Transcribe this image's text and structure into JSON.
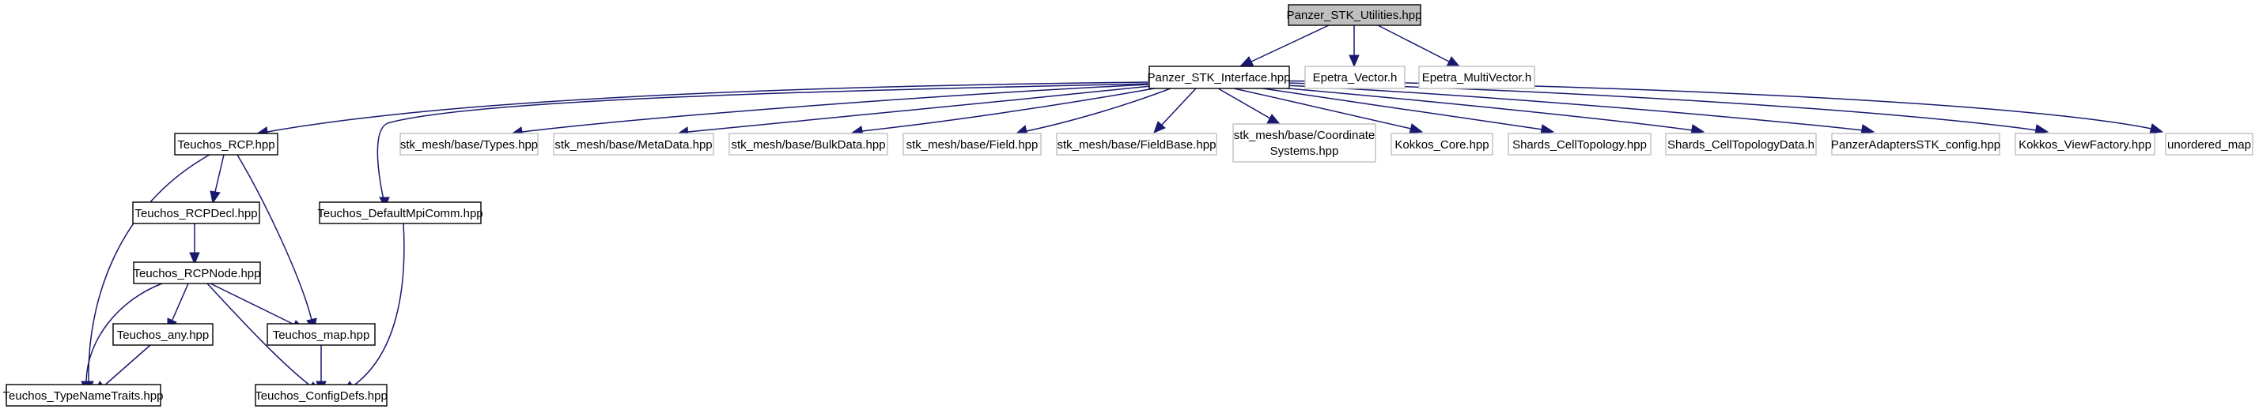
{
  "colors": {
    "edge": "#191970",
    "main_fill": "#bfbfbf",
    "local_border": "#000000",
    "external_border": "#bfbfbf",
    "background": "#ffffff"
  },
  "nodes": {
    "utilities": {
      "label": "Panzer_STK_Utilities.hpp",
      "kind": "main"
    },
    "interface": {
      "label": "Panzer_STK_Interface.hpp",
      "kind": "local"
    },
    "epetra_vector": {
      "label": "Epetra_Vector.h",
      "kind": "external"
    },
    "epetra_multivector": {
      "label": "Epetra_MultiVector.h",
      "kind": "external"
    },
    "teuchos_rcp": {
      "label": "Teuchos_RCP.hpp",
      "kind": "local"
    },
    "teuchos_defaultmpicomm": {
      "label": "Teuchos_DefaultMpiComm.hpp",
      "kind": "local"
    },
    "stk_types": {
      "label": "stk_mesh/base/Types.hpp",
      "kind": "external"
    },
    "stk_metadata": {
      "label": "stk_mesh/base/MetaData.hpp",
      "kind": "external"
    },
    "stk_bulkdata": {
      "label": "stk_mesh/base/BulkData.hpp",
      "kind": "external"
    },
    "stk_field": {
      "label": "stk_mesh/base/Field.hpp",
      "kind": "external"
    },
    "stk_fieldbase": {
      "label": "stk_mesh/base/FieldBase.hpp",
      "kind": "external"
    },
    "stk_coordsys": {
      "label_line1": "stk_mesh/base/Coordinate",
      "label_line2": "Systems.hpp",
      "kind": "external"
    },
    "kokkos_core": {
      "label": "Kokkos_Core.hpp",
      "kind": "external"
    },
    "shards_celltopology": {
      "label": "Shards_CellTopology.hpp",
      "kind": "external"
    },
    "shards_celltopologydata": {
      "label": "Shards_CellTopologyData.h",
      "kind": "external"
    },
    "panzeradapters_config": {
      "label": "PanzerAdaptersSTK_config.hpp",
      "kind": "external"
    },
    "kokkos_viewfactory": {
      "label": "Kokkos_ViewFactory.hpp",
      "kind": "external"
    },
    "unordered_map": {
      "label": "unordered_map",
      "kind": "external"
    },
    "teuchos_rcpdecl": {
      "label": "Teuchos_RCPDecl.hpp",
      "kind": "local"
    },
    "teuchos_rcpnode": {
      "label": "Teuchos_RCPNode.hpp",
      "kind": "local"
    },
    "teuchos_any": {
      "label": "Teuchos_any.hpp",
      "kind": "local"
    },
    "teuchos_map": {
      "label": "Teuchos_map.hpp",
      "kind": "local"
    },
    "teuchos_typenametraits": {
      "label": "Teuchos_TypeNameTraits.hpp",
      "kind": "local"
    },
    "teuchos_configdefs": {
      "label": "Teuchos_ConfigDefs.hpp",
      "kind": "local"
    }
  },
  "edges": [
    {
      "from": "utilities",
      "to": "interface"
    },
    {
      "from": "utilities",
      "to": "epetra_vector"
    },
    {
      "from": "utilities",
      "to": "epetra_multivector"
    },
    {
      "from": "interface",
      "to": "teuchos_rcp"
    },
    {
      "from": "interface",
      "to": "teuchos_defaultmpicomm"
    },
    {
      "from": "interface",
      "to": "stk_types"
    },
    {
      "from": "interface",
      "to": "stk_metadata"
    },
    {
      "from": "interface",
      "to": "stk_bulkdata"
    },
    {
      "from": "interface",
      "to": "stk_field"
    },
    {
      "from": "interface",
      "to": "stk_fieldbase"
    },
    {
      "from": "interface",
      "to": "stk_coordsys"
    },
    {
      "from": "interface",
      "to": "kokkos_core"
    },
    {
      "from": "interface",
      "to": "shards_celltopology"
    },
    {
      "from": "interface",
      "to": "shards_celltopologydata"
    },
    {
      "from": "interface",
      "to": "panzeradapters_config"
    },
    {
      "from": "interface",
      "to": "kokkos_viewfactory"
    },
    {
      "from": "interface",
      "to": "unordered_map"
    },
    {
      "from": "teuchos_rcp",
      "to": "teuchos_rcpdecl"
    },
    {
      "from": "teuchos_rcp",
      "to": "teuchos_map"
    },
    {
      "from": "teuchos_rcp",
      "to": "teuchos_typenametraits"
    },
    {
      "from": "teuchos_rcpdecl",
      "to": "teuchos_rcpnode"
    },
    {
      "from": "teuchos_rcpnode",
      "to": "teuchos_any"
    },
    {
      "from": "teuchos_rcpnode",
      "to": "teuchos_map"
    },
    {
      "from": "teuchos_rcpnode",
      "to": "teuchos_typenametraits"
    },
    {
      "from": "teuchos_rcpnode",
      "to": "teuchos_configdefs"
    },
    {
      "from": "teuchos_any",
      "to": "teuchos_typenametraits"
    },
    {
      "from": "teuchos_map",
      "to": "teuchos_configdefs"
    },
    {
      "from": "teuchos_defaultmpicomm",
      "to": "teuchos_configdefs"
    }
  ]
}
